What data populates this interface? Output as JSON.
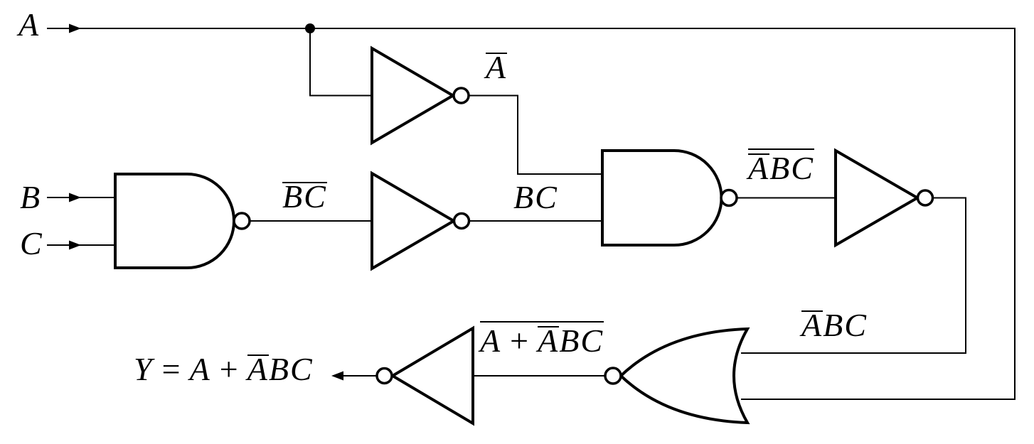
{
  "diagram": {
    "type": "combinational-logic-circuit",
    "expression": "Y = A + (NOT A)BC",
    "colors": {
      "stroke": "#000000",
      "background": "#ffffff"
    },
    "gates": [
      {
        "id": "nand1",
        "type": "NAND",
        "inputs": [
          "B",
          "C"
        ],
        "output": "NOT(BC)"
      },
      {
        "id": "inv1",
        "type": "NOT",
        "inputs": [
          "A"
        ],
        "output": "NOT(A)"
      },
      {
        "id": "inv2",
        "type": "NOT",
        "inputs": [
          "NOT(BC)"
        ],
        "output": "BC"
      },
      {
        "id": "nand2",
        "type": "NAND",
        "inputs": [
          "NOT(A)",
          "BC"
        ],
        "output": "NOT(NOT(A)BC)"
      },
      {
        "id": "inv3",
        "type": "NOT",
        "inputs": [
          "NOT(NOT(A)BC)"
        ],
        "output": "NOT(A)BC"
      },
      {
        "id": "nor",
        "type": "NOR",
        "inputs": [
          "NOT(A)BC",
          "A"
        ],
        "output": "NOT(A + NOT(A)BC)"
      },
      {
        "id": "inv4",
        "type": "NOT",
        "inputs": [
          "NOT(A + NOT(A)BC)"
        ],
        "output": "A + NOT(A)BC"
      }
    ]
  },
  "inputs": {
    "a": "A",
    "b": "B",
    "c": "C"
  },
  "wire_labels": {
    "nand1_out": {
      "bc": "BC"
    },
    "inv1_out": {
      "a": "A"
    },
    "inv2_out": {
      "bc": "BC"
    },
    "nand2_out": {
      "abar": "A",
      "bc": "BC"
    },
    "inv3_out": {
      "abar": "A",
      "bc": "BC"
    },
    "nor_out": {
      "a": "A",
      "plus": "+",
      "abar": "A",
      "bc": "BC"
    }
  },
  "output": {
    "y": "Y",
    "equals": "=",
    "a": "A",
    "plus": "+",
    "abar": "A",
    "bc": "BC"
  }
}
